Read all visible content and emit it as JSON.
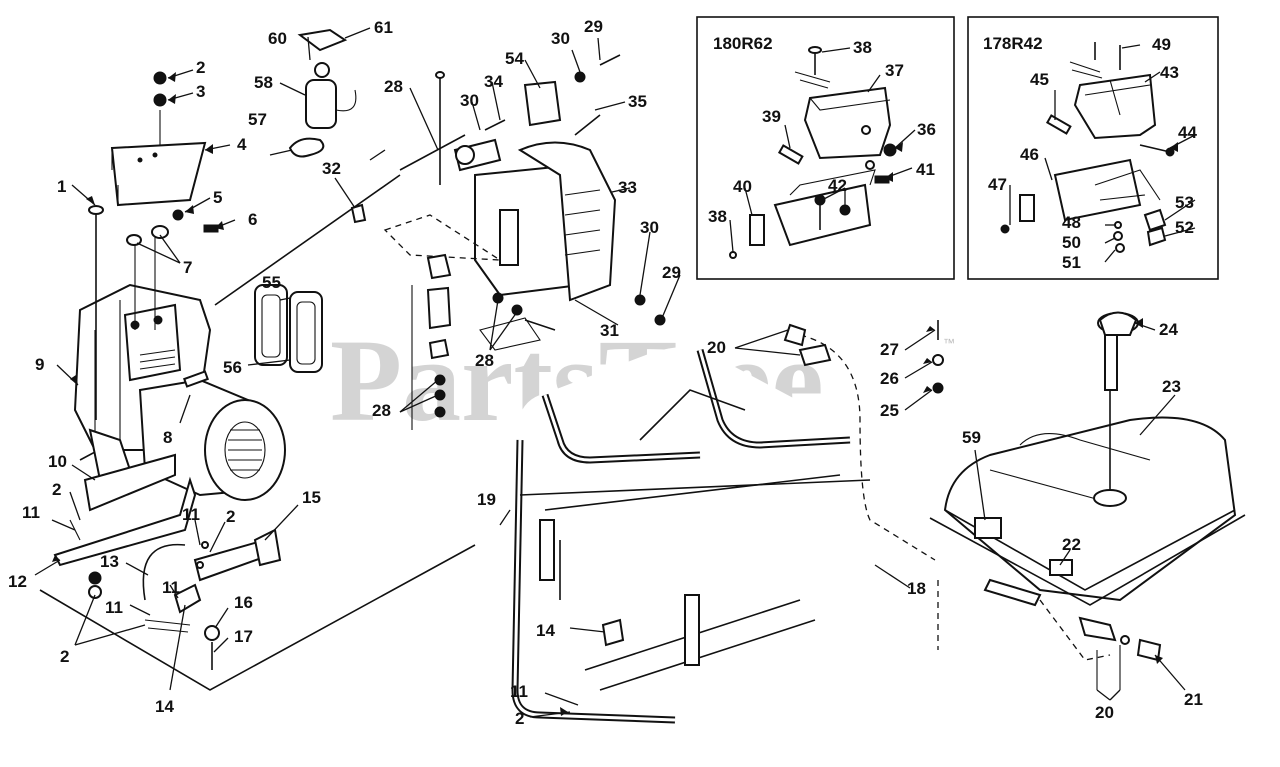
{
  "watermark": {
    "text": "PartsTree",
    "trademark": "™"
  },
  "insets": [
    {
      "title": "180R62"
    },
    {
      "title": "178R42"
    }
  ],
  "callouts": [
    "1",
    "2",
    "3",
    "4",
    "5",
    "6",
    "7",
    "8",
    "9",
    "10",
    "11",
    "12",
    "13",
    "14",
    "15",
    "16",
    "17",
    "18",
    "19",
    "20",
    "21",
    "22",
    "23",
    "24",
    "25",
    "26",
    "27",
    "28",
    "29",
    "30",
    "31",
    "32",
    "33",
    "34",
    "35",
    "36",
    "37",
    "38",
    "39",
    "40",
    "41",
    "42",
    "43",
    "44",
    "45",
    "46",
    "47",
    "48",
    "49",
    "50",
    "51",
    "52",
    "53",
    "54",
    "55",
    "56",
    "57",
    "58",
    "59",
    "60",
    "61"
  ]
}
